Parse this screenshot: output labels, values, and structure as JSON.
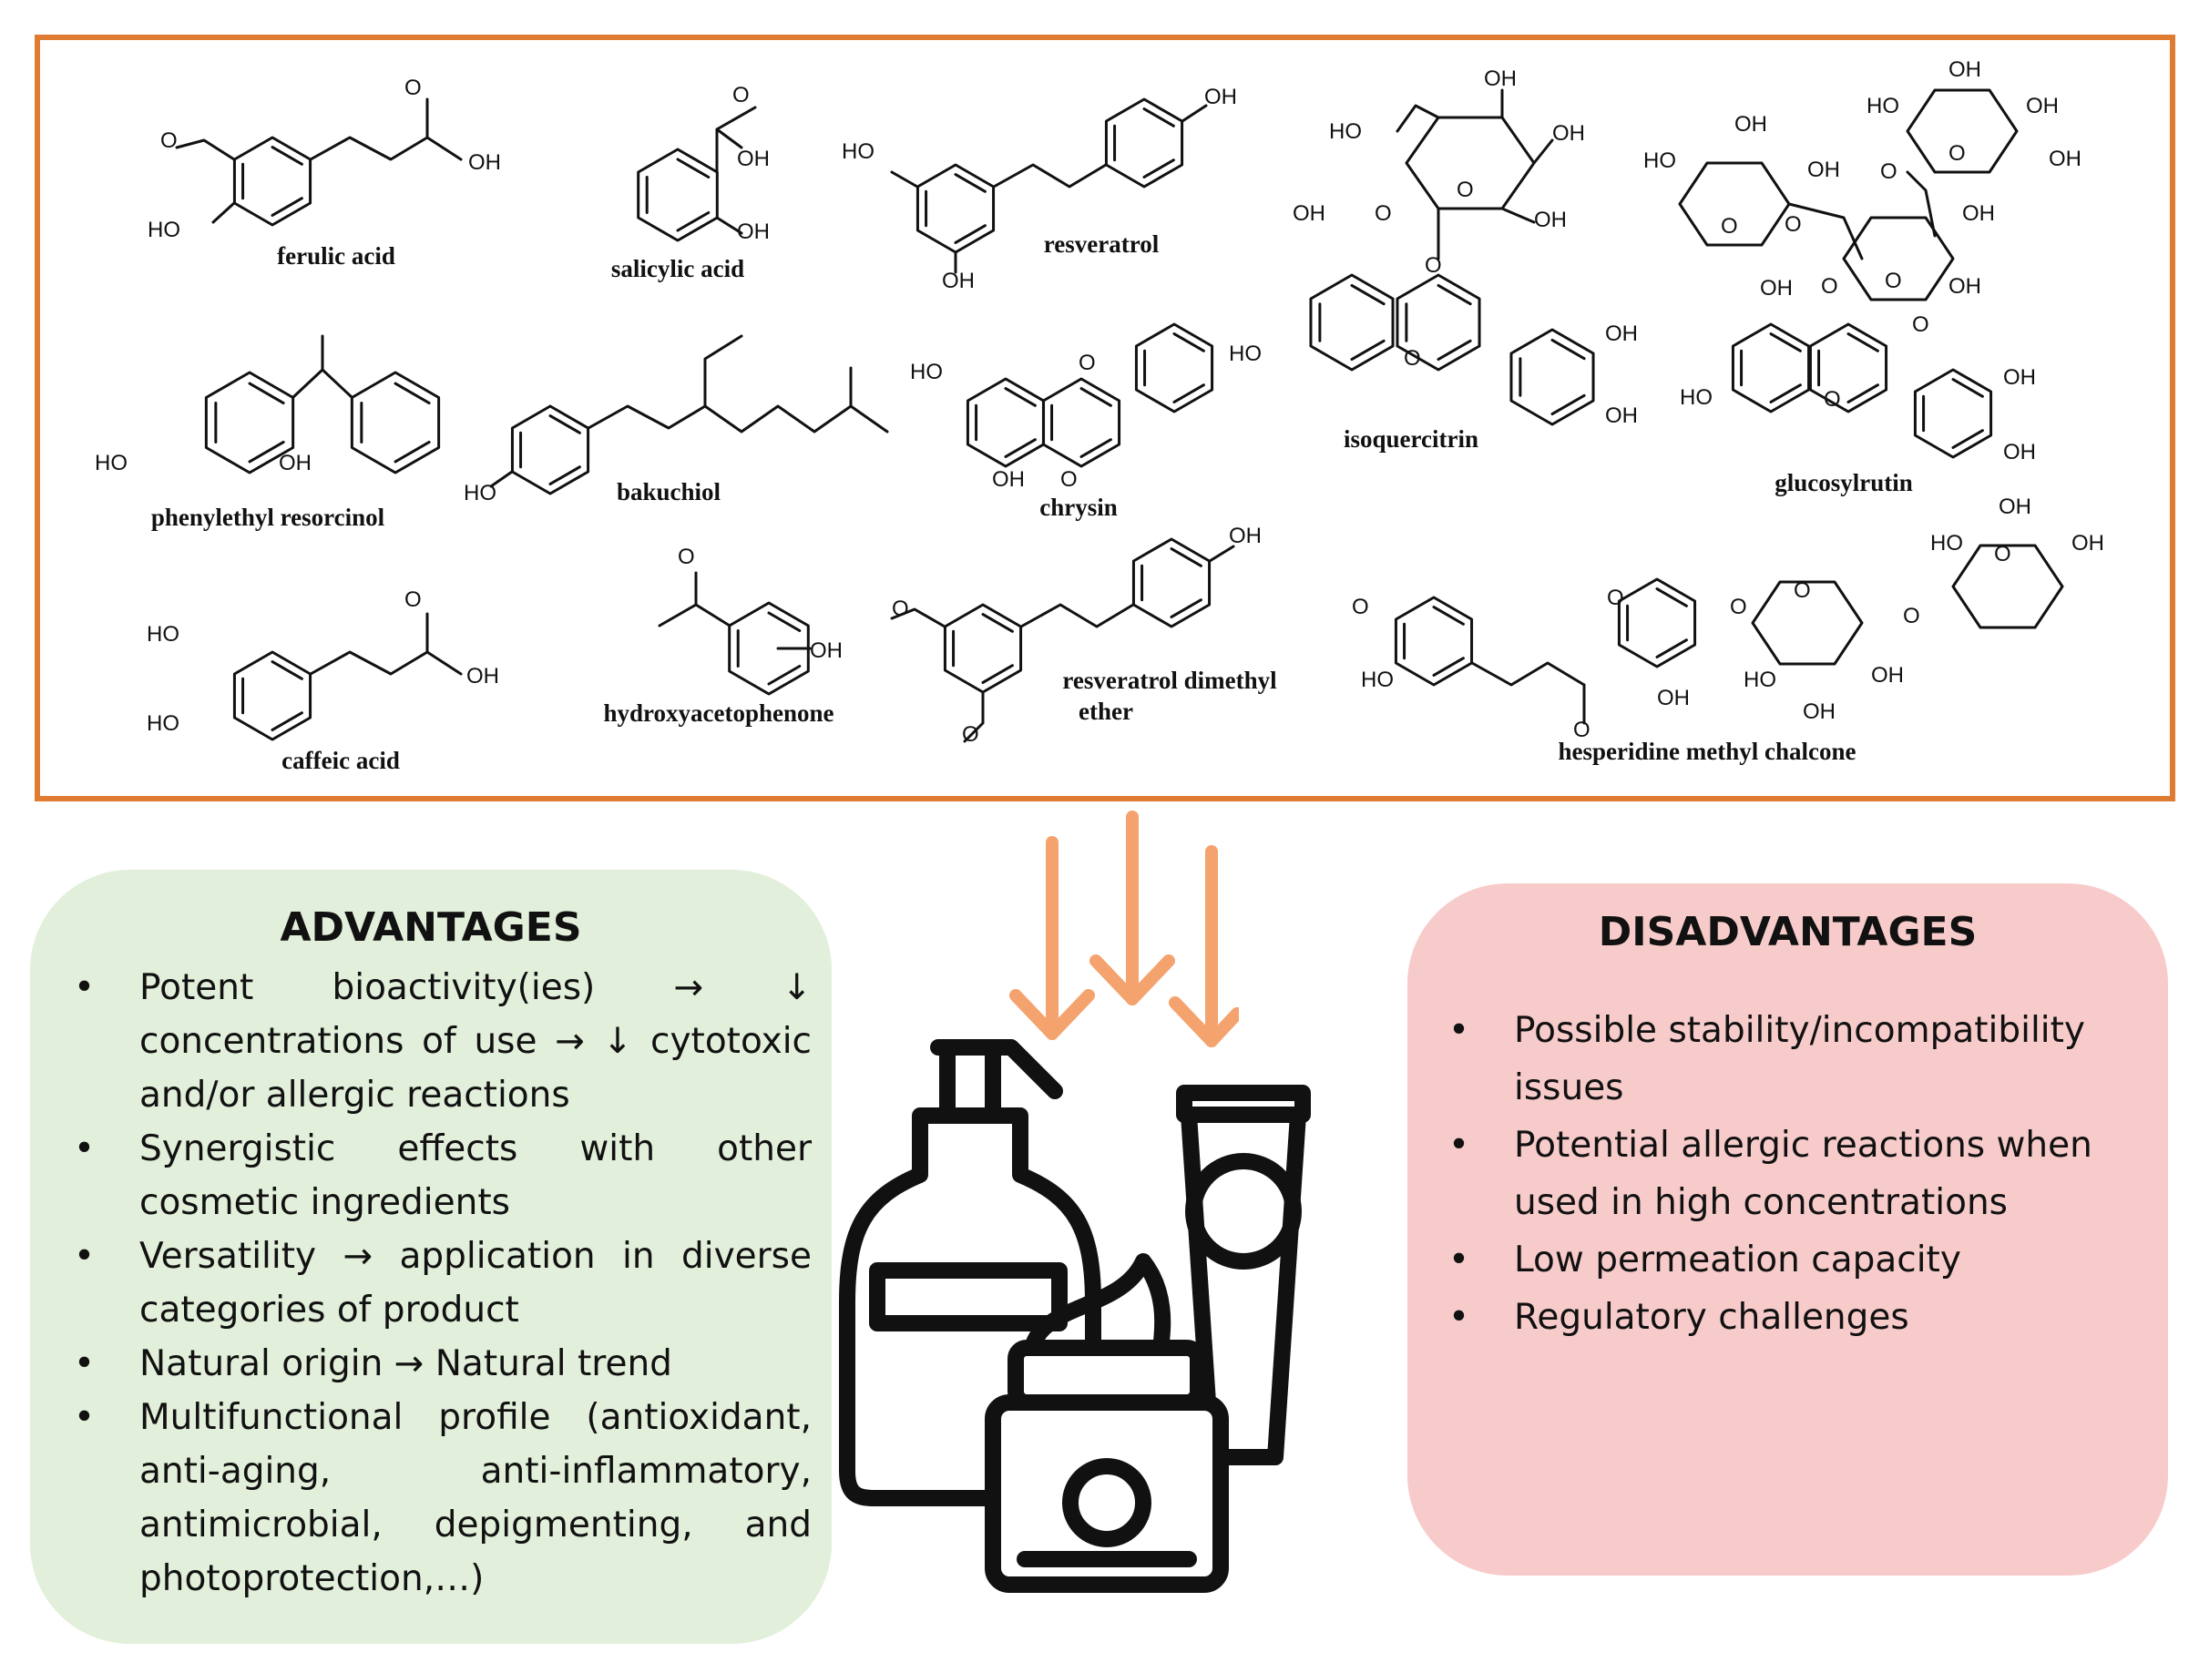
{
  "molecules": [
    "ferulic acid",
    "salicylic acid",
    "resveratrol",
    "isoquercitrin",
    "glucosylrutin",
    "phenylethyl resorcinol",
    "bakuchiol",
    "chrysin",
    "caffeic acid",
    "hydroxyacetophenone",
    "resveratrol dimethyl ether",
    "hesperidine methyl chalcone"
  ],
  "advantages": {
    "title": "ADVANTAGES",
    "items": [
      "Potent bioactivity(ies) → ↓ concentrations of use → ↓ cytotoxic and/or allergic reactions",
      "Synergistic effects with other cosmetic ingredients",
      "Versatility → application in diverse categories of product",
      "Natural origin → Natural trend",
      "Multifunctional profile (antioxidant, anti-aging, anti-inflammatory, antimicrobial, depigmenting, and photoprotection,…)"
    ]
  },
  "disadvantages": {
    "title": "DISADVANTAGES",
    "items": [
      "Possible stability/incompatibility issues",
      "Potential allergic reactions when used in high concentrations",
      "Low permeation capacity",
      "Regulatory challenges"
    ]
  },
  "bullet": "•",
  "atoms": {
    "oh": "OH",
    "ho": "HO",
    "o": "O",
    "omethyl": "O"
  },
  "colors": {
    "frame": "#e07b32",
    "arrow": "#f4a36e",
    "advantages_bg": "#e2efda",
    "disadvantages_bg": "#f8cbcb"
  },
  "icons": [
    "arrow-down-icon",
    "pump-bottle-icon",
    "tube-icon",
    "cream-jar-icon"
  ]
}
